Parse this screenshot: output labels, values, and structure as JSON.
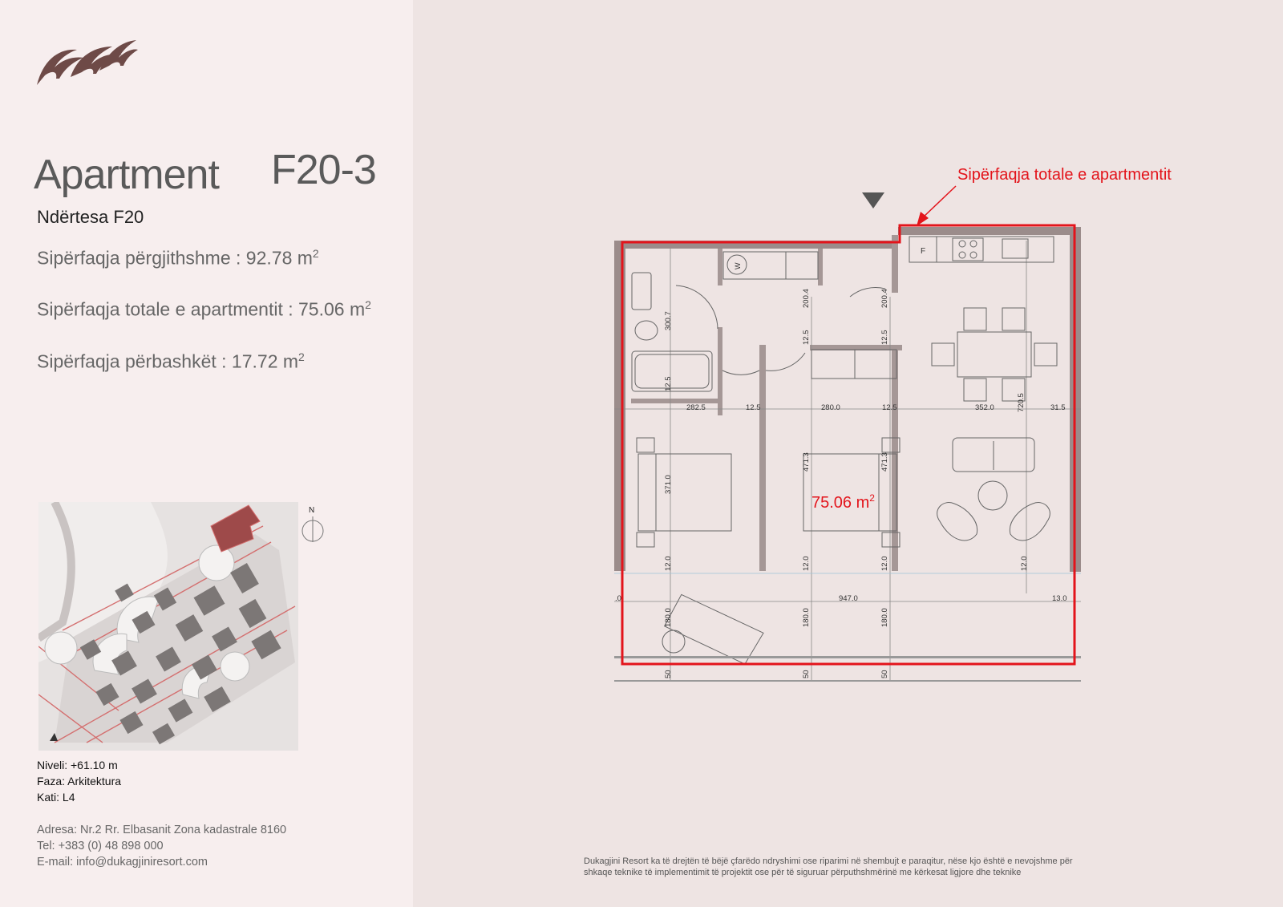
{
  "header": {
    "apartment_label": "Apartment",
    "apartment_code": "F20-3",
    "building": "Ndërtesa F20"
  },
  "areas": [
    {
      "label": "Sipërfaqja përgjithshme : 92.78 m",
      "sup": "2"
    },
    {
      "label": "Sipërfaqja totale e apartmentit : 75.06 m",
      "sup": "2"
    },
    {
      "label": "Sipërfaqja përbashkët : 17.72 m",
      "sup": "2"
    }
  ],
  "site_map": {
    "north_label": "N",
    "highlight_color": "#9e4a4a"
  },
  "level_info": {
    "niveli": "Niveli: +61.10 m",
    "faza": "Faza: Arkitektura",
    "kati": "Kati: L4"
  },
  "contact": {
    "address": "Adresa: Nr.2 Rr. Elbasanit Zona kadastrale 8160",
    "tel": "Tel: +383 (0) 48 898 000",
    "email": "E-mail: info@dukagjiniresort.com"
  },
  "plan": {
    "callout": "Sipërfaqja totale e apartmentit",
    "area_label": "75.06 m",
    "area_sup": "2",
    "fridge_label": "F",
    "washer_label": "W",
    "outline_color": "#e3141b",
    "dimensions": {
      "d2825": "282.5",
      "d125a": "12.5",
      "d2800": "280.0",
      "d125b": "12.5",
      "d3520": "352.0",
      "d7205": "720.5",
      "d315": "31.5",
      "d3007": "300.7",
      "d2004a": "200.4",
      "d2004b": "200.4",
      "d125c": "12.5",
      "d125d": "12.5",
      "d125e": "12.5",
      "d3710": "371.0",
      "d4713a": "471.3",
      "d4713b": "471.3",
      "d120a": "12.0",
      "d120b": "12.0",
      "d120c": "12.0",
      "d120d": "12.0",
      "d9470": "947.0",
      "d130": "13.0",
      "d0": ".0",
      "d1800a": "180.0",
      "d1800b": "180.0",
      "d1800c": "180.0",
      "d50a": "50",
      "d50b": "50",
      "d50c": "50"
    }
  },
  "disclaimer": {
    "line1": "Dukagjini Resort ka të drejtën të bëjë çfarëdo ndryshimi ose riparimi në shembujt e paraqitur, nëse kjo është e nevojshme për",
    "line2": "shkaqe teknike të implementimit të projektit ose për të siguruar përputhshmërinë me kërkesat ligjore dhe teknike"
  }
}
